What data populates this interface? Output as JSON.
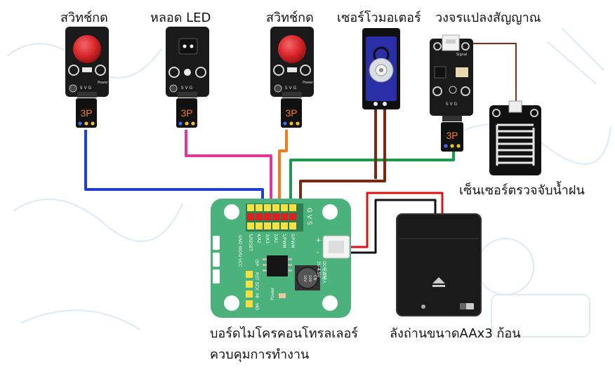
{
  "labels": {
    "button_left": "สวิทช์กด",
    "led": "หลอด LED",
    "button_right": "สวิทช์กด",
    "servo": "เซอร์โวมอเตอร์",
    "signal_converter": "วงจรแปลงสัญญาณ",
    "rain_sensor": "เซ็นเซอร์ตรวจจับน้ำฝน",
    "board_line1": "บอร์ดไมโครคอนโทรลเลอร์",
    "board_line2": "ควบคุมการทำงาน",
    "battery": "ลังถ่านขนาดAAx3 ก้อน"
  },
  "connector_text": "3P",
  "module_text": {
    "power": "Power",
    "svg": "S V G",
    "signal": "Signal"
  },
  "board_text": {
    "header": "G V S",
    "pins": [
      "5/RESET",
      "4/A2",
      "3/A3",
      "2/A1",
      "1/PWM",
      "0/PWM"
    ],
    "left_pins": "GND MOSI VCC",
    "isp": "ISP",
    "isp_pins": [
      "RST",
      "SCK",
      "MI",
      "MO"
    ],
    "power": "Power",
    "dc": "DC电源输入",
    "dc_v": "3V-4.5V",
    "cap": [
      "CN",
      "100",
      "16V"
    ],
    "plus": "+",
    "minus": "-"
  },
  "colors": {
    "wire_blue": "#1e3fd6",
    "wire_pink": "#e0359a",
    "wire_orange": "#f07a1e",
    "wire_green": "#1a9a4a",
    "wire_brown": "#7a2a10",
    "wire_red": "#e01010",
    "board_green": "#4ab27a",
    "servo_blue": "#2a2fa8",
    "button_red": "#d9262a"
  }
}
